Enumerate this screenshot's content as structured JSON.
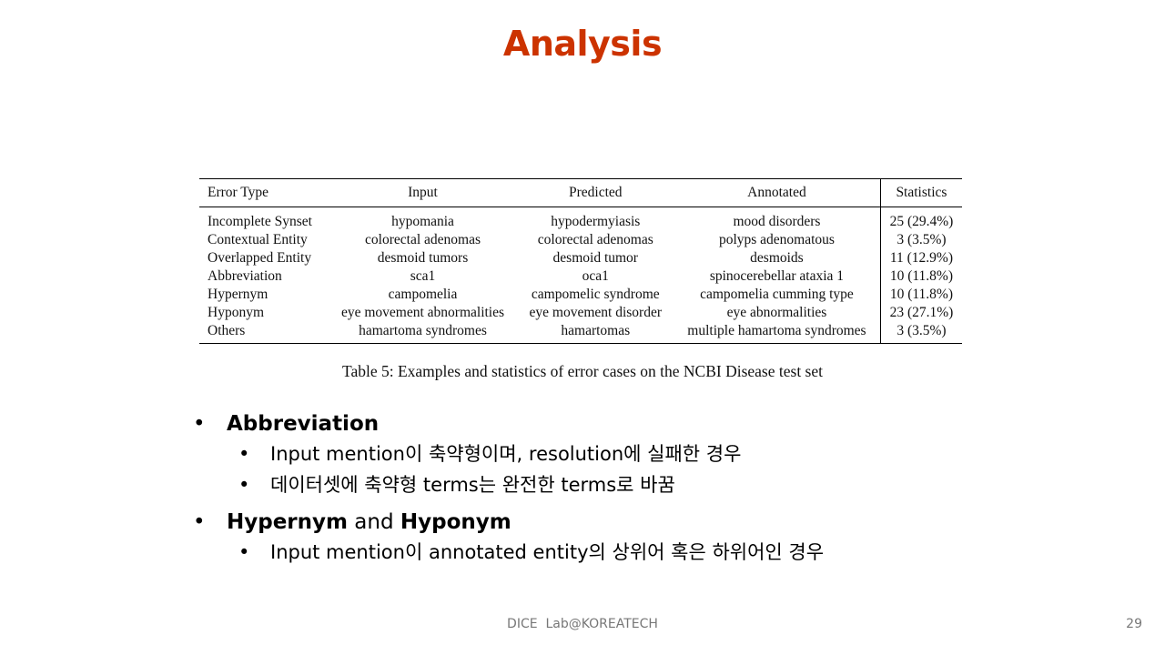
{
  "slide": {
    "title": "Analysis",
    "footer": "DICE  Lab@KOREATECH",
    "page_number": "29"
  },
  "table": {
    "headers": [
      "Error Type",
      "Input",
      "Predicted",
      "Annotated",
      "Statistics"
    ],
    "rows": [
      [
        "Incomplete Synset",
        "hypomania",
        "hypodermyiasis",
        "mood disorders",
        "25 (29.4%)"
      ],
      [
        "Contextual Entity",
        "colorectal adenomas",
        "colorectal adenomas",
        "polyps adenomatous",
        "3 (3.5%)"
      ],
      [
        "Overlapped Entity",
        "desmoid tumors",
        "desmoid tumor",
        "desmoids",
        "11 (12.9%)"
      ],
      [
        "Abbreviation",
        "sca1",
        "oca1",
        "spinocerebellar ataxia 1",
        "10 (11.8%)"
      ],
      [
        "Hypernym",
        "campomelia",
        "campomelic syndrome",
        "campomelia cumming type",
        "10 (11.8%)"
      ],
      [
        "Hyponym",
        "eye movement abnormalities",
        "eye movement disorder",
        "eye abnormalities",
        "23 (27.1%)"
      ],
      [
        "Others",
        "hamartoma syndromes",
        "hamartomas",
        "multiple hamartoma syndromes",
        "3 (3.5%)"
      ]
    ],
    "caption": "Table 5: Examples and statistics of error cases on the NCBI Disease test set"
  },
  "bullets": {
    "abbr_title": "Abbreviation",
    "abbr_items": [
      "Input mention이 축약형이며, resolution에 실패한 경우",
      "데이터셋에 축약형 terms는 완전한 terms로 바꿈"
    ],
    "hyper_bold1": "Hypernym",
    "hyper_and": " and ",
    "hyper_bold2": "Hyponym",
    "hyper_items": [
      "Input mention이 annotated entity의 상위어 혹은 하위어인 경우"
    ]
  }
}
